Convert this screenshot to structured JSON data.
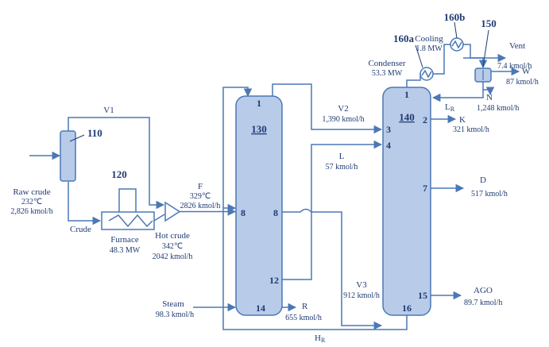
{
  "units": {
    "u110": {
      "id": "110"
    },
    "u120": {
      "id": "120"
    },
    "u130": {
      "id": "130"
    },
    "u140": {
      "id": "140"
    },
    "u150": {
      "id": "150"
    },
    "u160a": {
      "id": "160a"
    },
    "u160b": {
      "id": "160b"
    }
  },
  "streams": {
    "raw_crude": {
      "name": "Raw crude",
      "temp": "232℃",
      "flow": "2,826 kmol/h"
    },
    "crude": {
      "name": "Crude"
    },
    "furnace": {
      "name": "Furnace",
      "duty": "48.3 MW"
    },
    "hot_crude": {
      "name": "Hot crude",
      "temp": "342℃",
      "flow": "2042 kmol/h"
    },
    "feed": {
      "name": "F",
      "temp": "329℃",
      "flow": "2826 kmol/h"
    },
    "v1": {
      "name": "V1"
    },
    "v2": {
      "name": "V2",
      "flow": "1,390 kmol/h"
    },
    "l": {
      "name": "L",
      "flow": "57 kmol/h"
    },
    "v3": {
      "name": "V3",
      "flow": "912 kmol/h"
    },
    "steam": {
      "name": "Steam",
      "flow": "98.3 kmol/h"
    },
    "r": {
      "name": "R",
      "flow": "655 kmol/h"
    },
    "hr": {
      "name": "H",
      "sub": "R"
    },
    "lr": {
      "name": "L",
      "sub": "R"
    },
    "condenser": {
      "name": "Condenser",
      "duty": "53.3 MW"
    },
    "cooling": {
      "name": "Cooling",
      "duty": "1.8 MW"
    },
    "vent": {
      "name": "Vent",
      "flow": "7.4 kmol/h"
    },
    "w": {
      "name": "W",
      "flow": "87 kmol/h"
    },
    "n": {
      "name": "N",
      "flow": "1,248 kmol/h"
    },
    "k": {
      "name": "K",
      "flow": "321 kmol/h"
    },
    "d": {
      "name": "D",
      "flow": "517 kmol/h"
    },
    "ago": {
      "name": "AGO",
      "flow": "89.7 kmol/h"
    }
  },
  "stages": {
    "c130": {
      "top": "1",
      "feed": "8",
      "side": "8",
      "s12": "12",
      "bottom": "14"
    },
    "c140": {
      "top": "1",
      "s2": "2",
      "s3": "3",
      "s4": "4",
      "s7": "7",
      "s15": "15",
      "bottom": "16"
    }
  }
}
